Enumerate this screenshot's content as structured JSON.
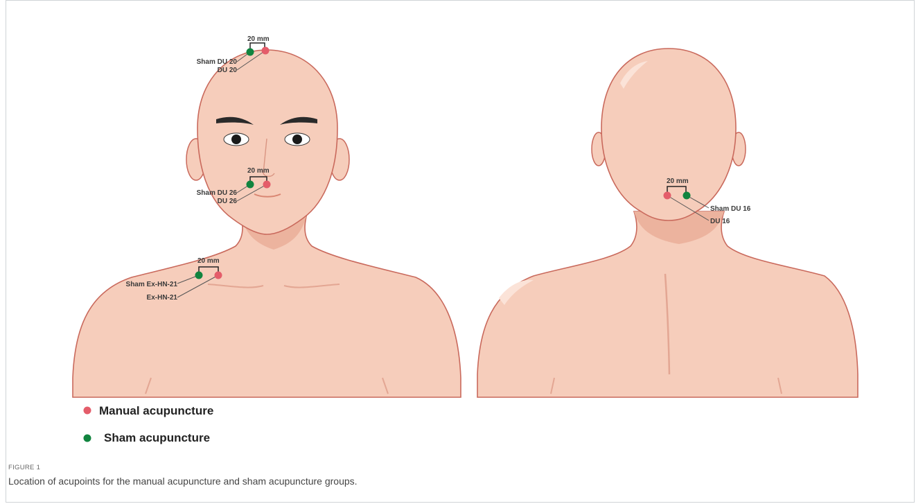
{
  "figure": {
    "front": {
      "points": [
        {
          "name": "DU 20",
          "type": "manual"
        },
        {
          "name": "Sham DU 20",
          "type": "sham"
        },
        {
          "name": "DU 26",
          "type": "manual"
        },
        {
          "name": "Sham DU 26",
          "type": "sham"
        },
        {
          "name": "Ex-HN-21",
          "type": "manual"
        },
        {
          "name": "Sham Ex-HN-21",
          "type": "sham"
        }
      ],
      "distance_labels": [
        "20 mm",
        "20 mm",
        "20 mm"
      ]
    },
    "back": {
      "points": [
        {
          "name": "DU 16",
          "type": "manual"
        },
        {
          "name": "Sham DU 16",
          "type": "sham"
        }
      ],
      "distance_labels": [
        "20 mm"
      ]
    },
    "legend": [
      {
        "label": "Manual acupuncture",
        "color": "#e45d6a"
      },
      {
        "label": "Sham acupuncture",
        "color": "#11843f"
      }
    ],
    "colors": {
      "skin": "#f6cdbb",
      "skin_shadow": "#ecb39e",
      "outline": "#c9695c",
      "manual": "#e45d6a",
      "sham": "#11843f"
    }
  },
  "caption": {
    "label": "FIGURE 1",
    "text": "Location of acupoints for the manual acupuncture and sham acupuncture groups."
  }
}
